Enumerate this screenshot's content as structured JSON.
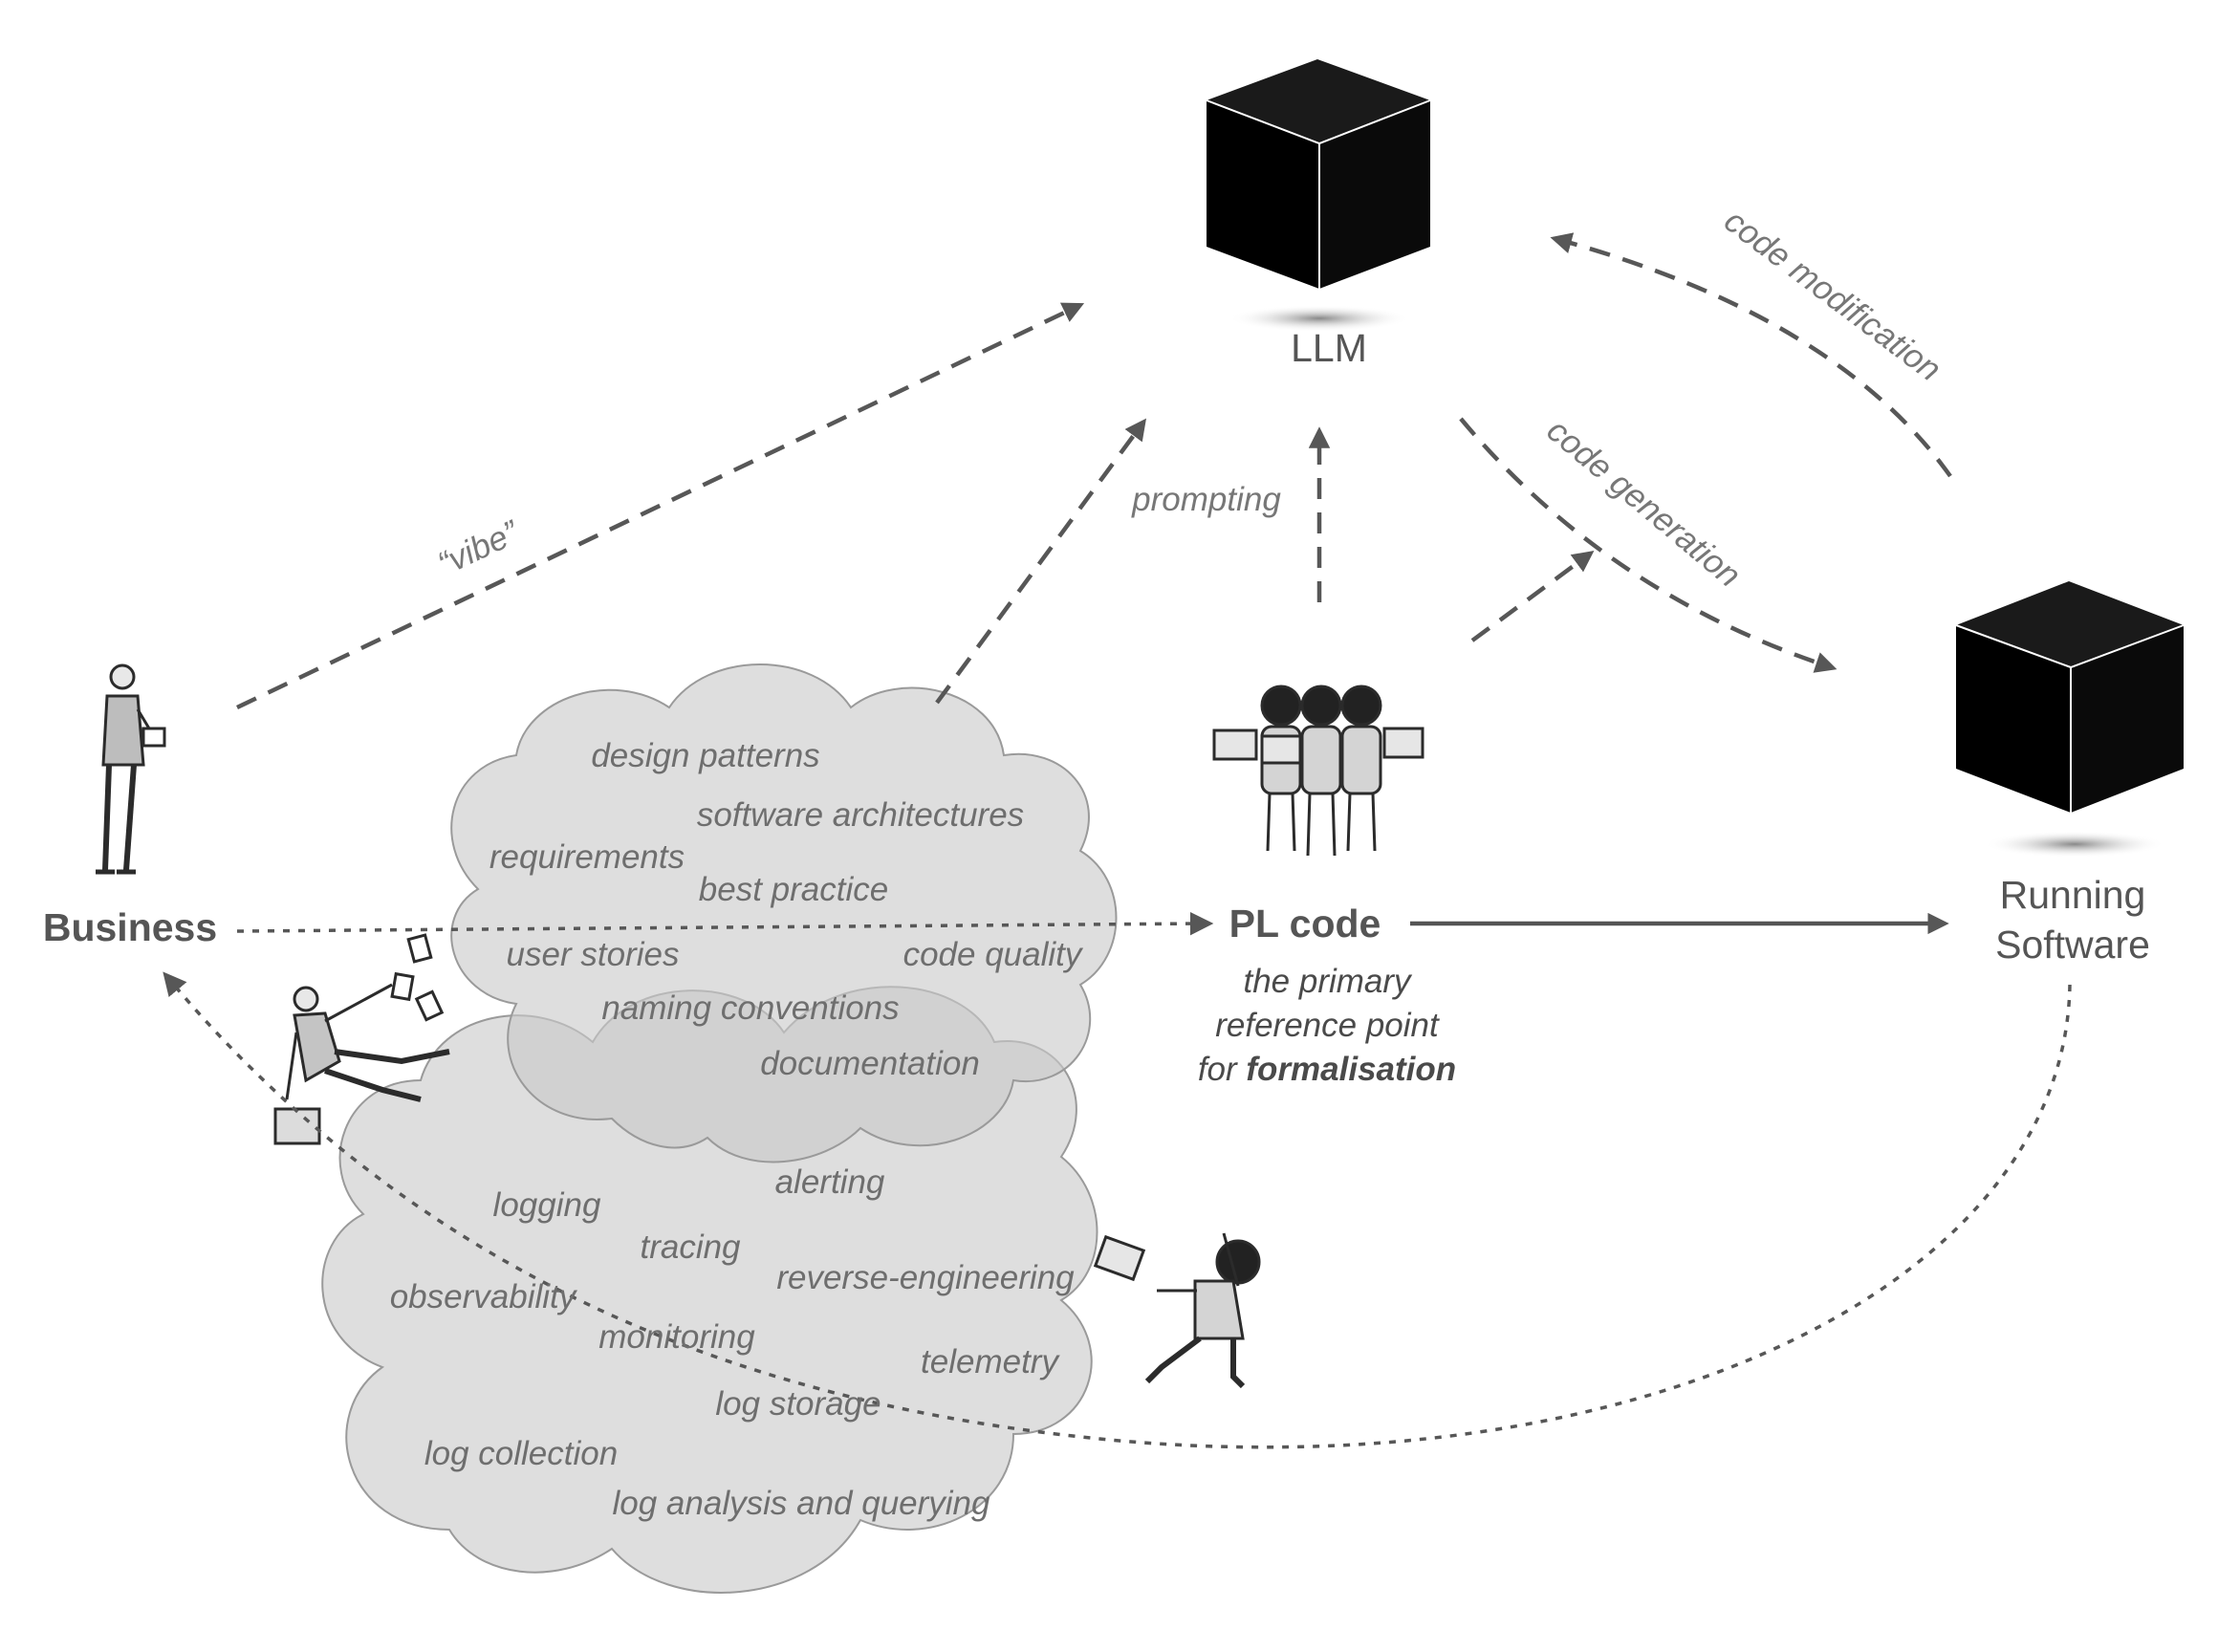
{
  "nodes": {
    "llm": "LLM",
    "running_software_line1": "Running",
    "running_software_line2": "Software",
    "business": "Business",
    "pl_code": "PL code"
  },
  "pl_code_note": {
    "line1": "the primary",
    "line2": "reference point",
    "line3_prefix": "for ",
    "line3_emphasis": "formalisation"
  },
  "edges": {
    "vibe": "“vibe”",
    "prompting": "prompting",
    "code_generation": "code generation",
    "code_modification": "code modification"
  },
  "development_cloud": [
    "design patterns",
    "software architectures",
    "requirements",
    "best practice",
    "user stories",
    "code quality",
    "naming conventions",
    "documentation"
  ],
  "operations_cloud": [
    "alerting",
    "logging",
    "tracing",
    "reverse-engineering",
    "observability",
    "monitoring",
    "telemetry",
    "log storage",
    "log collection",
    "log analysis and querying"
  ],
  "colors": {
    "cube": "#000000",
    "text": "#555555",
    "cloud_fill": "#c9c9c9",
    "arrow": "#575757"
  },
  "icons": [
    "businessman-illustration",
    "three-monkeys-with-laptops-illustration",
    "falling-businessman-illustration",
    "falling-monkey-illustration"
  ]
}
